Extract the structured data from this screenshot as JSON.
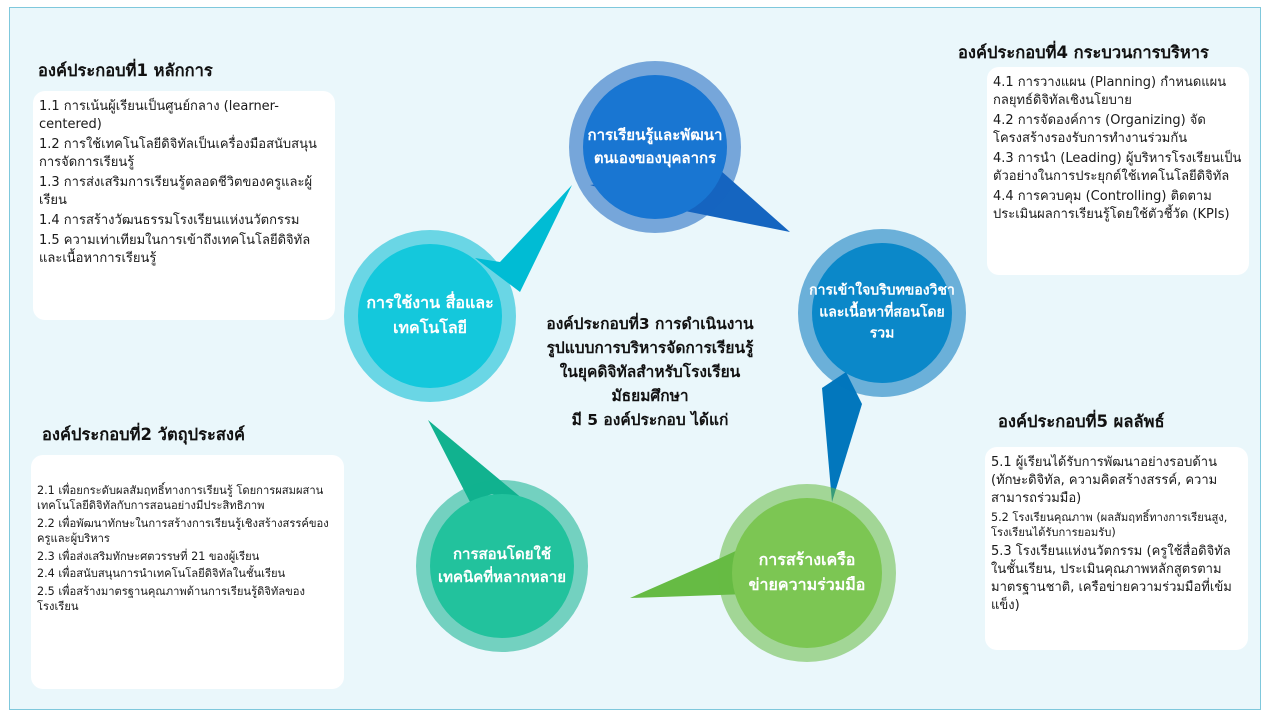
{
  "center_title": "องค์ประกอบที่3 การดำเนินงาน\nรูปแบบการบริหารจัดการเรียนรู้\nในยุคดิจิทัลสำหรับโรงเรียน\nมัธยมศึกษา\nมี 5 องค์ประกอบ ได้แก่",
  "cycle": [
    {
      "label": "การเรียนรู้และพัฒนาตนเองของบุคลากร",
      "color": "#1565c0",
      "accent": "#1976d2"
    },
    {
      "label": "การเข้าใจบริบทของวิชาและเนื้อหาที่สอนโดยรวม",
      "color": "#0277bd",
      "accent": "#0b88c9"
    },
    {
      "label": "การสร้างเครือข่ายความร่วมมือ",
      "color": "#66bb44",
      "accent": "#7cc653"
    },
    {
      "label": "การสอนโดยใช้เทคนิคที่หลากหลาย",
      "color": "#11b28f",
      "accent": "#22c29d"
    },
    {
      "label": "การใช้งาน สื่อและเทคโนโลยี",
      "color": "#00bcd4",
      "accent": "#14c8dc"
    }
  ],
  "component1": {
    "heading": "องค์ประกอบที่1 หลักการ",
    "items": [
      "1.1 การเน้นผู้เรียนเป็นศูนย์กลาง (learner-centered)",
      "1.2 การใช้เทคโนโลยีดิจิทัลเป็นเครื่องมือสนับสนุนการจัดการเรียนรู้",
      "1.3 การส่งเสริมการเรียนรู้ตลอดชีวิตของครูและผู้เรียน",
      "1.4 การสร้างวัฒนธรรมโรงเรียนแห่งนวัตกรรม",
      "1.5 ความเท่าเทียมในการเข้าถึงเทคโนโลยีดิจิทัลและเนื้อหาการเรียนรู้"
    ]
  },
  "component2": {
    "heading": "องค์ประกอบที่2 วัตถุประสงค์",
    "items": [
      "2.1 เพื่อยกระดับผลสัมฤทธิ์ทางการเรียนรู้ โดยการผสมผสานเทคโนโลยีดิจิทัลกับการสอนอย่างมีประสิทธิภาพ",
      "2.2 เพื่อพัฒนาทักษะในการสร้างการเรียนรู้เชิงสร้างสรรค์ของครูและผู้บริหาร",
      "2.3 เพื่อส่งเสริมทักษะศตวรรษที่ 21 ของผู้เรียน",
      "2.4 เพื่อสนับสนุนการนำเทคโนโลยีดิจิทัลในชั้นเรียน",
      "2.5 เพื่อสร้างมาตรฐานคุณภาพด้านการเรียนรู้ดิจิทัลของโรงเรียน"
    ]
  },
  "component4": {
    "heading": "องค์ประกอบที่4 กระบวนการบริหาร",
    "items": [
      "4.1 การวางแผน (Planning) กำหนดแผนกลยุทธ์ดิจิทัลเชิงนโยบาย",
      "4.2 การจัดองค์การ (Organizing) จัดโครงสร้างรองรับการทำงานร่วมกัน",
      "4.3 การนำ (Leading) ผู้บริหารโรงเรียนเป็นตัวอย่างในการประยุกต์ใช้เทคโนโลยีดิจิทัล",
      "4.4 การควบคุม (Controlling) ติดตามประเมินผลการเรียนรู้โดยใช้ตัวชี้วัด (KPIs)"
    ]
  },
  "component5": {
    "heading": "องค์ประกอบที่5 ผลลัพธ์",
    "items": [
      "5.1 ผู้เรียนได้รับการพัฒนาอย่างรอบด้าน (ทักษะดิจิทัล, ความคิดสร้างสรรค์, ความสามารถร่วมมือ)",
      "5.2 โรงเรียนคุณภาพ (ผลสัมฤทธิ์ทางการเรียนสูง, โรงเรียนได้รับการยอมรับ)",
      "5.3 โรงเรียนแห่งนวัตกรรม (ครูใช้สื่อดิจิทัลในชั้นเรียน, ประเมินคุณภาพหลักสูตรตามมาตรฐานชาติ, เครือข่ายความร่วมมือที่เข้มแข็ง)"
    ]
  }
}
